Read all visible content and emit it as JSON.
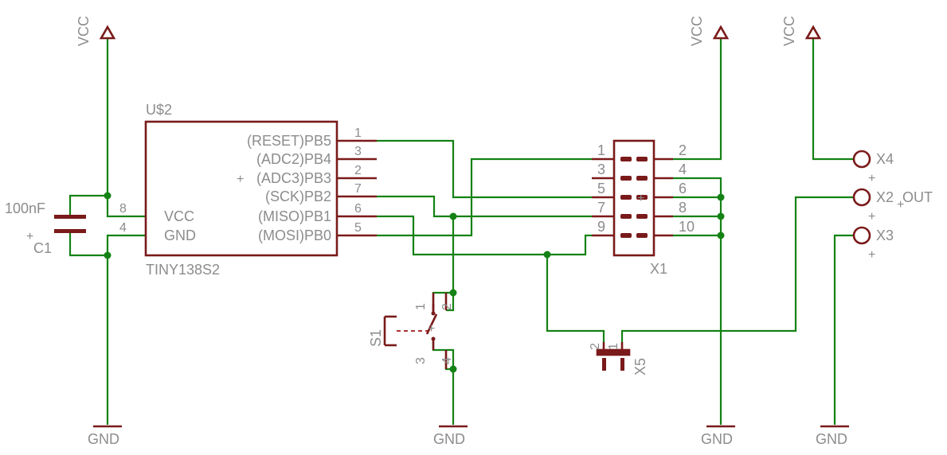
{
  "supply_labels": {
    "vcc_1": "VCC",
    "vcc_2": "VCC",
    "vcc_3": "VCC",
    "gnd_1": "GND",
    "gnd_2": "GND",
    "gnd_3": "GND",
    "gnd_4": "GND"
  },
  "u2": {
    "name": "U$2",
    "value": "TINY138S2",
    "pins": [
      {
        "label": "(RESET)PB5",
        "num": "1"
      },
      {
        "label": "(ADC2)PB4",
        "num": "3"
      },
      {
        "label": "(ADC3)PB3",
        "num": "2"
      },
      {
        "label": "(SCK)PB2",
        "num": "7"
      },
      {
        "label": "(MISO)PB1",
        "num": "6"
      },
      {
        "label": "(MOSI)PB0",
        "num": "5"
      }
    ],
    "power_pins": [
      {
        "label": "VCC",
        "num": "8"
      },
      {
        "label": "GND",
        "num": "4"
      }
    ]
  },
  "c1": {
    "name": "C1",
    "value": "100nF"
  },
  "x1": {
    "name": "X1",
    "left_pins": [
      "1",
      "3",
      "5",
      "7",
      "9"
    ],
    "right_pins": [
      "2",
      "4",
      "6",
      "8",
      "10"
    ]
  },
  "s1": {
    "name": "S1",
    "pins": [
      "1",
      "2",
      "3",
      "4"
    ]
  },
  "x5": {
    "name": "X5",
    "pins": [
      "2",
      "1"
    ]
  },
  "terminals": {
    "x4": "X4",
    "x2": "X2",
    "x3": "X3",
    "out": "OUT"
  },
  "colors": {
    "wire": "#148214",
    "part": "#7a1a1a",
    "text": "#8c8c8c"
  }
}
